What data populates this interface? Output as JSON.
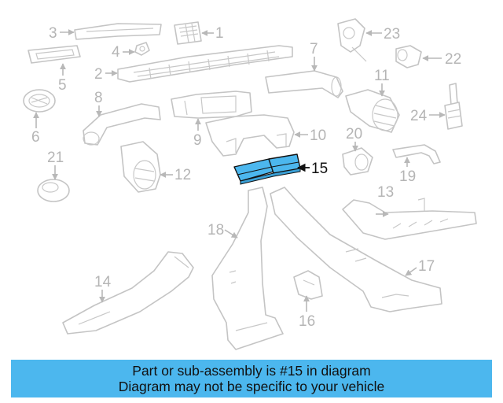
{
  "diagram": {
    "highlighted_part": "15",
    "highlight_color": "#4cb7ee",
    "labels": [
      "1",
      "2",
      "3",
      "4",
      "5",
      "6",
      "7",
      "8",
      "9",
      "10",
      "11",
      "12",
      "13",
      "14",
      "15",
      "16",
      "17",
      "18",
      "19",
      "20",
      "21",
      "22",
      "23",
      "24"
    ]
  },
  "footer": {
    "background_color": "#4cb7ee",
    "line1": "Part or sub-assembly is #15 in diagram",
    "line2": "Diagram may not be specific to your vehicle"
  }
}
